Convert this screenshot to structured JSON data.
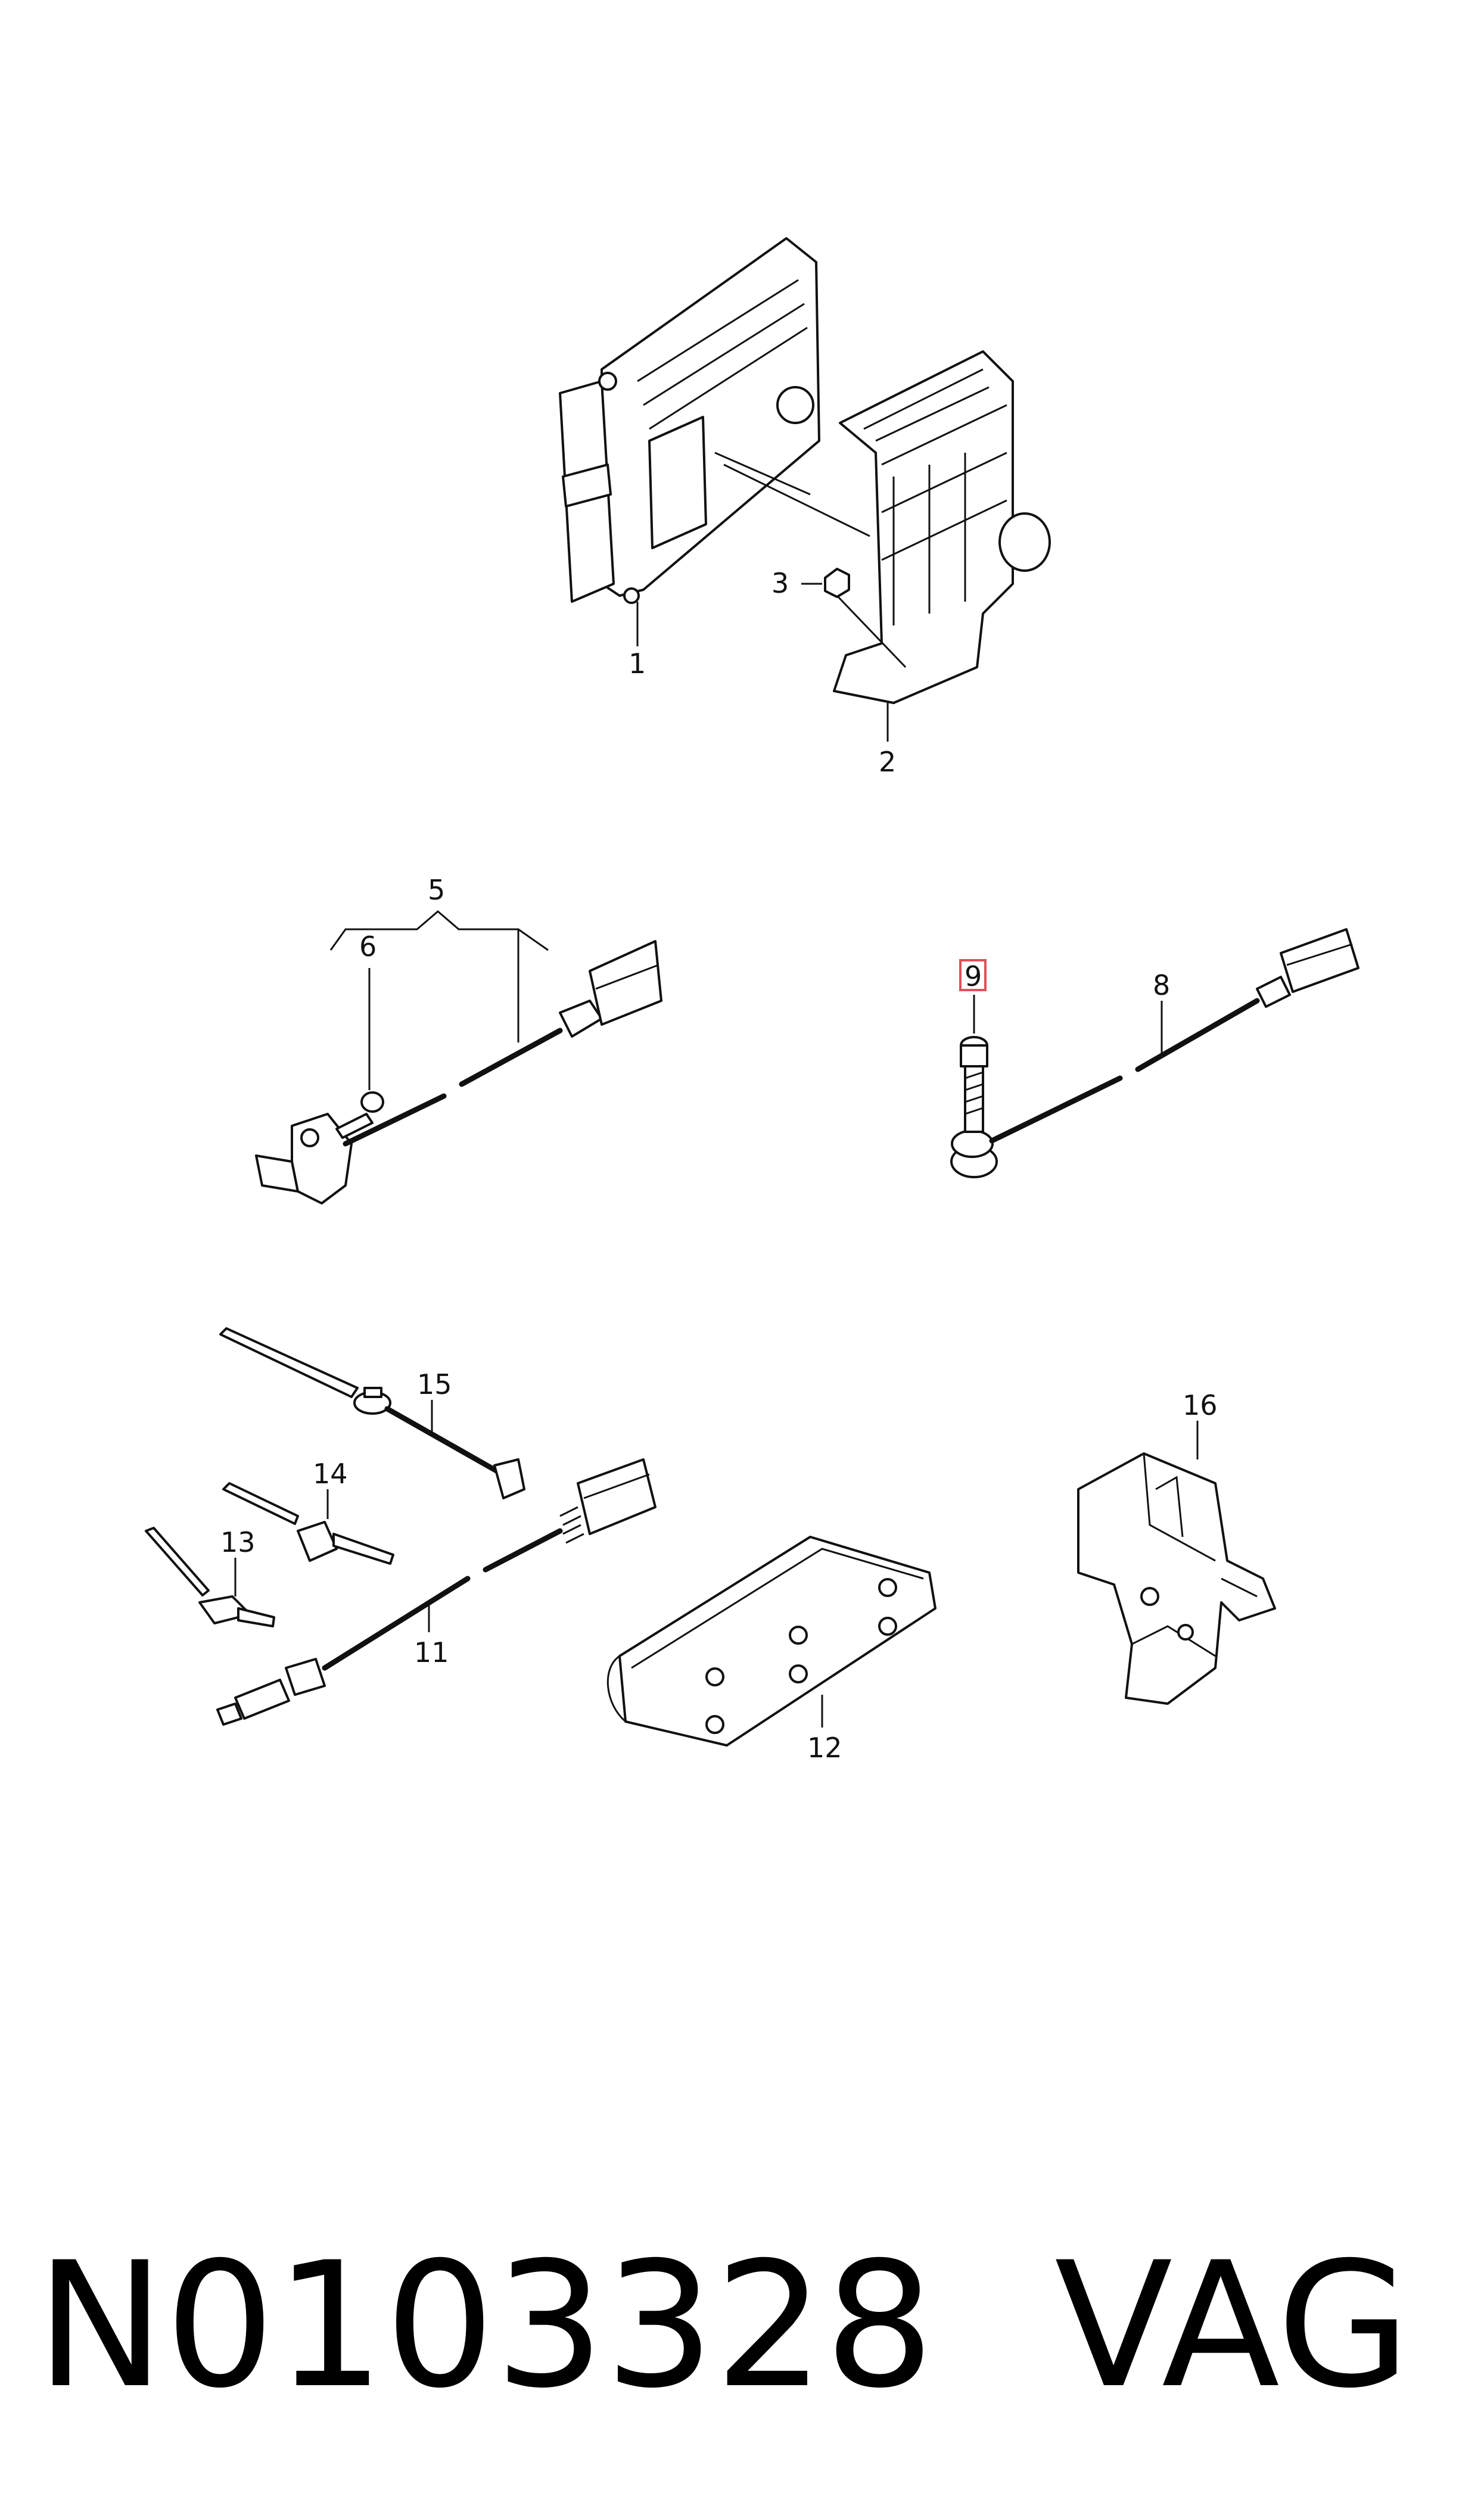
{
  "callouts": [
    {
      "id": "1",
      "text": "1"
    },
    {
      "id": "2",
      "text": "2"
    },
    {
      "id": "3",
      "text": "3"
    },
    {
      "id": "5",
      "text": "5"
    },
    {
      "id": "6",
      "text": "6"
    },
    {
      "id": "8",
      "text": "8"
    },
    {
      "id": "9",
      "text": "9",
      "highlighted": true
    },
    {
      "id": "11",
      "text": "11"
    },
    {
      "id": "12",
      "text": "12"
    },
    {
      "id": "13",
      "text": "13"
    },
    {
      "id": "14",
      "text": "14"
    },
    {
      "id": "15",
      "text": "15"
    },
    {
      "id": "16",
      "text": "16"
    }
  ],
  "footer": {
    "part_number": "N0103328",
    "brand": "VAG"
  },
  "colors": {
    "line": "#111111",
    "highlight_box": "#e0505a",
    "background": "#ffffff"
  }
}
